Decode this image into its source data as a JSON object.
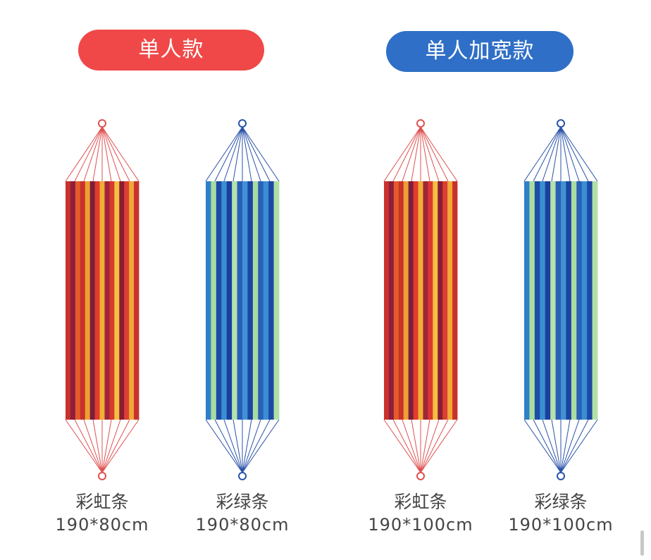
{
  "headers": {
    "left": {
      "label": "单人款",
      "color": "#f04848"
    },
    "right": {
      "label": "单人加宽款",
      "color": "#2f6fc7"
    }
  },
  "palettes": {
    "rainbow": {
      "rope": "#e05050",
      "stripes": [
        "#c8322d",
        "#8e1e3c",
        "#e45c28",
        "#c8322d",
        "#f0a030",
        "#7a1e3e",
        "#e23c2c",
        "#f0b036",
        "#a0263a",
        "#d83a30",
        "#f5c040",
        "#8a1c36",
        "#dc4030",
        "#f0a838",
        "#c8322d"
      ]
    },
    "green": {
      "rope": "#2a52a8",
      "stripes": [
        "#3080c8",
        "#a8dca0",
        "#1f4aa8",
        "#3a8fd0",
        "#1a3f9e",
        "#b4e2aa",
        "#2a5fb8",
        "#4092d4",
        "#1c44a2",
        "#a8dca0",
        "#2a60b8",
        "#3a8ed2",
        "#1e48a6",
        "#b0e0a6"
      ]
    }
  },
  "products": [
    {
      "name": "彩虹条",
      "size": "190*80cm",
      "palette": "rainbow"
    },
    {
      "name": "彩绿条",
      "size": "190*80cm",
      "palette": "green"
    },
    {
      "name": "彩虹条",
      "size": "190*100cm",
      "palette": "rainbow"
    },
    {
      "name": "彩绿条",
      "size": "190*100cm",
      "palette": "green"
    }
  ]
}
